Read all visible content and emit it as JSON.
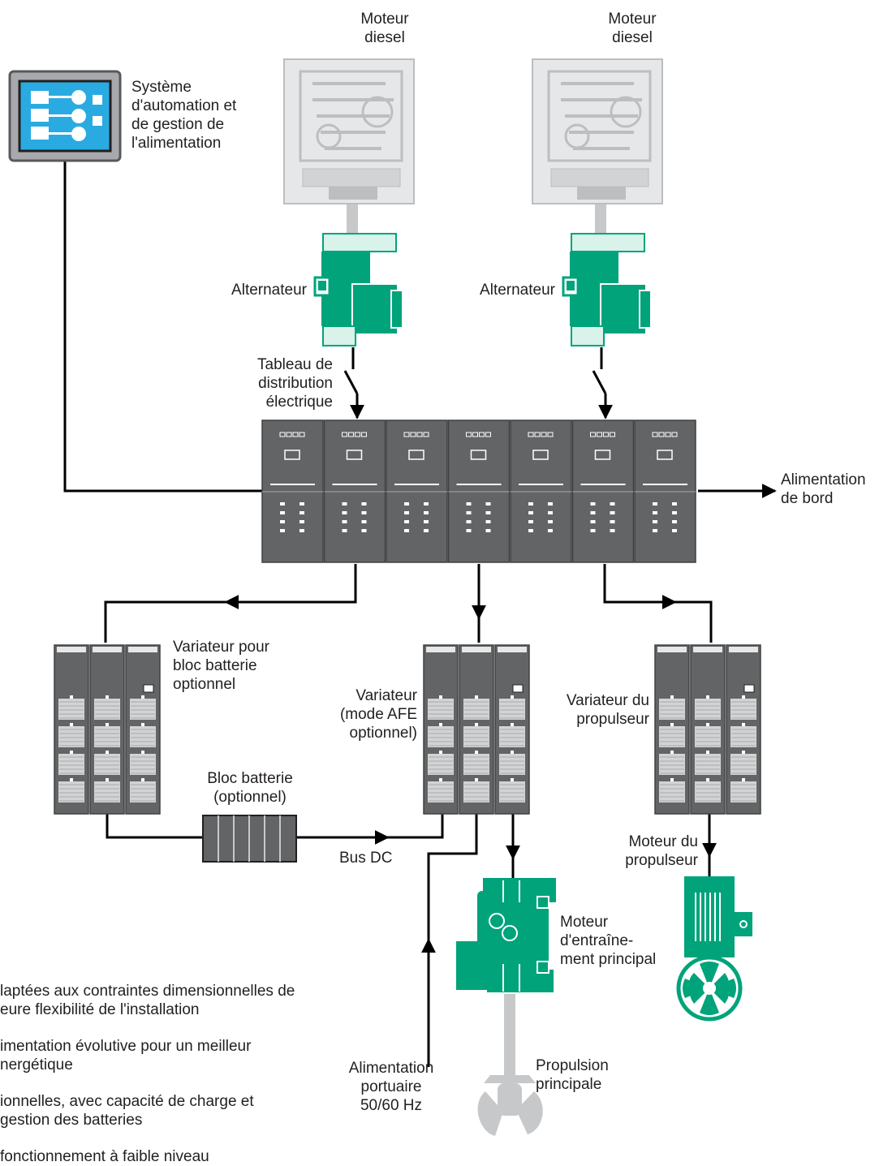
{
  "diagram": {
    "engines": [
      {
        "label_line1": "Moteur",
        "label_line2": "diesel"
      },
      {
        "label_line1": "Moteur",
        "label_line2": "diesel"
      }
    ],
    "alternators": [
      {
        "label": "Alternateur"
      },
      {
        "label": "Alternateur"
      }
    ],
    "automation": {
      "lines": [
        "Système",
        "d'automation et",
        "de gestion de",
        "l'alimentation"
      ]
    },
    "switchboard": {
      "lines": [
        "Tableau de",
        "distribution",
        "électrique"
      ]
    },
    "ship_supply": {
      "lines": [
        "Alimentation",
        "de bord"
      ]
    },
    "battery_drive": {
      "lines": [
        "Variateur pour",
        "bloc batterie",
        "optionnel"
      ]
    },
    "afe_drive": {
      "lines": [
        "Variateur",
        "(mode AFE",
        "optionnel)"
      ]
    },
    "thruster_drive": {
      "lines": [
        "Variateur du",
        "propulseur"
      ]
    },
    "battery_pack": {
      "lines": [
        "Bloc batterie",
        "(optionnel)"
      ]
    },
    "dc_bus": {
      "label": "Bus DC"
    },
    "thruster_motor": {
      "lines": [
        "Moteur du",
        "propulseur"
      ]
    },
    "main_motor": {
      "lines": [
        "Moteur",
        "d'entraîne-",
        "ment principal"
      ]
    },
    "shore_power": {
      "lines": [
        "Alimentation",
        "portuaire",
        "50/60 Hz"
      ]
    },
    "main_propulsion": {
      "lines": [
        "Propulsion",
        "principale"
      ]
    }
  },
  "notes": [
    {
      "line1": "laptées aux contraintes dimensionnelles de",
      "line2": "eure flexibilité de l'installation"
    },
    {
      "line1": "imentation évolutive pour un meilleur",
      "line2": "nergétique"
    },
    {
      "line1": "ionnelles, avec capacité de charge et",
      "line2": "gestion des batteries"
    },
    {
      "line1": "fonctionnement à faible niveau ",
      "line2": ""
    }
  ],
  "colors": {
    "green": "#00a37a",
    "dark_gray": "#636466",
    "light_gray": "#c7c8ca",
    "screen_blue": "#29abe2",
    "line": "#000000",
    "text": "#231f20"
  }
}
